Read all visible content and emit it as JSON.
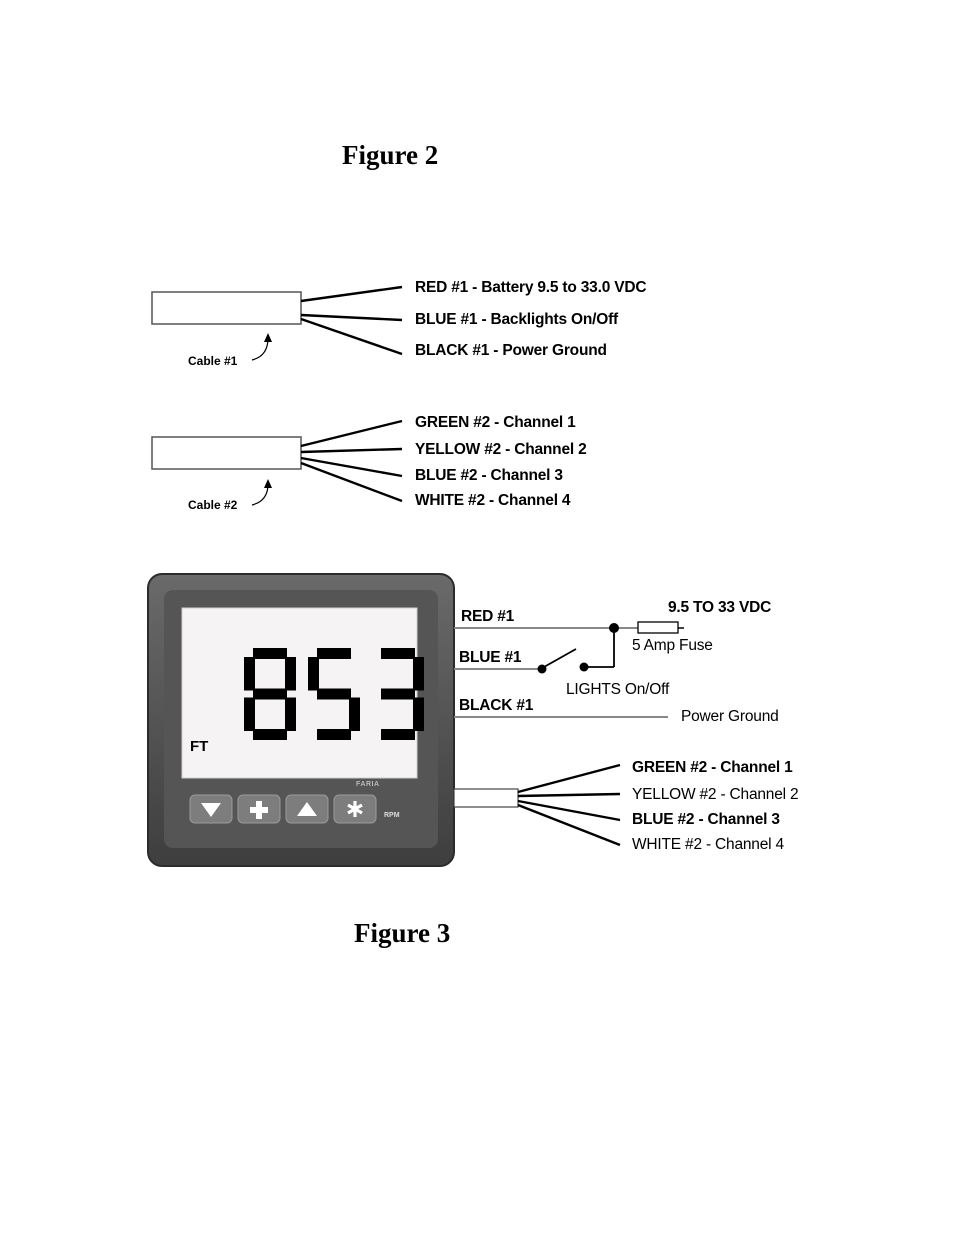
{
  "figure2": {
    "caption": "Figure 2",
    "cable1": {
      "label": "Cable #1",
      "wires": [
        "RED #1  -  Battery 9.5 to 33.0 VDC",
        "BLUE #1 - Backlights On/Off",
        "BLACK #1 - Power Ground"
      ]
    },
    "cable2": {
      "label": "Cable #2",
      "wires": [
        "GREEN #2 -  Channel 1",
        "YELLOW #2 - Channel 2",
        "BLUE #2 - Channel 3",
        "WHITE #2 - Channel 4"
      ]
    }
  },
  "figure3": {
    "caption": "Figure 3",
    "display": {
      "reading": "853",
      "unit": "FT",
      "brand": "FARIA",
      "model": "RPM",
      "buttons": [
        "down-arrow",
        "plus",
        "up-arrow",
        "asterisk"
      ]
    },
    "wiring": {
      "red": "RED #1",
      "blue": "BLUE #1",
      "black": "BLACK #1",
      "supply": "9.5 TO 33 VDC",
      "fuse": "5 Amp Fuse",
      "lights": "LIGHTS On/Off",
      "ground": "Power Ground",
      "channels": [
        "GREEN #2 -  Channel 1",
        "YELLOW #2 - Channel 2",
        "BLUE #2 - Channel 3",
        "WHITE #2 - Channel 4"
      ]
    }
  }
}
